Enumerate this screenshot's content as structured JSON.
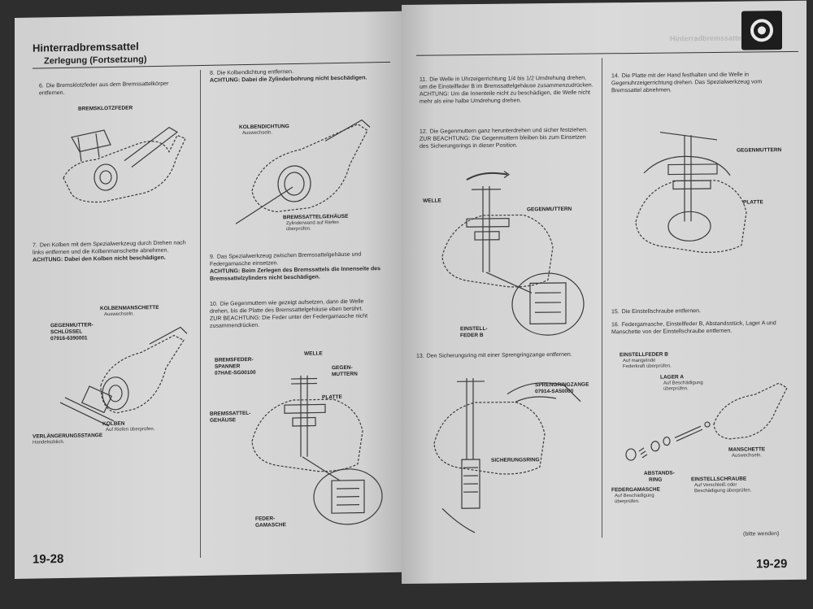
{
  "header": {
    "title": "Hinterradbremssattel",
    "subtitle": "Zerlegung (Fortsetzung)"
  },
  "left": {
    "step6": {
      "num": "6.",
      "text": "Die Bremsklotzfeder aus dem Bremssattelkörper entfernen."
    },
    "step6_label": "BREMSKLOTZFEDER",
    "step7": {
      "num": "7.",
      "text": "Den Kolben mit dem Spezialwerkzeug durch Drehen nach links entfernen und die Kolbenmanschette abnehmen.",
      "caution": "ACHTUNG: Dabei den Kolben nicht beschädigen."
    },
    "step7_labels": {
      "kolbenmanschette": "KOLBENMANSCHETTE",
      "kolbenmanschette_sub": "Auswechseln.",
      "gegenmutter": "GEGENMUTTER-",
      "schluessel": "SCHLÜSSEL",
      "partno": "07916-6390001",
      "kolben": "KOLBEN",
      "kolben_sub": "Auf Riefen überprüfen.",
      "verl": "VERLÄNGERUNGSSTANGE",
      "verl_sub": "Handelsüblich."
    },
    "step8": {
      "num": "8.",
      "text": "Die Kolbendichtung entfernen.",
      "caution": "ACHTUNG: Dabei die Zylinderbohrung nicht beschädigen."
    },
    "step8_labels": {
      "kolbendichtung": "KOLBENDICHTUNG",
      "kolbendichtung_sub": "Auswechseln.",
      "gehaeuse": "BREMSSATTELGEHÄUSE",
      "gehaeuse_sub1": "Zylinderwand auf Riefen",
      "gehaeuse_sub2": "überprüfen."
    },
    "step9": {
      "num": "9.",
      "text": "Das Spezialwerkzeug zwischen Bremssattelgehäuse und Federgamasche einsetzen.",
      "caution": "ACHTUNG: Beim Zerlegen des Bremssattels die Innenseite des Bremssattelzylinders nicht beschädigen."
    },
    "step10": {
      "num": "10.",
      "text": "Die Gegenmuttern wie gezeigt aufsetzen, dann die Welle drehen, bis die Platte des Bremssattelgehäuse eben berührt.",
      "note": "ZUR BEACHTUNG: Die Feder unter der Federgamasche nicht zusammendrücken."
    },
    "step10_labels": {
      "spanner1": "BREMSFEDER-",
      "spanner2": "SPANNER",
      "spanner_no": "07HAE-SG00100",
      "welle": "WELLE",
      "gegen1": "GEGEN-",
      "gegen2": "MUTTERN",
      "platte": "PLATTE",
      "gehaeuse1": "BREMSSATTEL-",
      "gehaeuse2": "GEHÄUSE",
      "feder1": "FEDER-",
      "feder2": "GAMASCHE"
    },
    "page_number": "19-28"
  },
  "right": {
    "ghost_title": "Hinterradbremssattel",
    "step11": {
      "num": "11.",
      "text": "Die Welle in Uhrzeigerrichtung 1/4 bis 1/2 Umdrehung drehen, um die Einstellfeder B im Bremssattelgehäuse zusammenzudrücken.",
      "caution": "ACHTUNG: Um die Innenteile nicht zu beschädigen, die Welle nicht mehr als eine halbe Umdrehung drehen."
    },
    "step12": {
      "num": "12.",
      "text": "Die Gegenmuttern ganz herunterdrehen und sicher festziehen.",
      "note": "ZUR BEACHTUNG: Die Gegenmuttern bleiben bis zum Einsetzen des Sicherungsrings in dieser Position."
    },
    "step12_labels": {
      "welle": "WELLE",
      "gegenmuttern": "GEGENMUTTERN",
      "einstell1": "EINSTELL-",
      "einstell2": "FEDER B"
    },
    "step13": {
      "num": "13.",
      "text": "Den Sicherungsring mit einer Sprengringzange entfernen."
    },
    "step13_labels": {
      "zange": "SPRENGRINGZANGE",
      "zange_no": "07914-SA50000",
      "ring": "SICHERUNGSRING"
    },
    "step14": {
      "num": "14.",
      "text": "Die Platte mit der Hand festhalten und die Welle in Gegenuhrzeigerrichtung drehen. Das Spezialwerkzeug vom Bremssattel abnehmen."
    },
    "step14_labels": {
      "gegenmuttern": "GEGENMUTTERN",
      "platte": "PLATTE"
    },
    "step15": {
      "num": "15.",
      "text": "Die Einstellschraube entfernen."
    },
    "step16": {
      "num": "16.",
      "text": "Federgamasche, Einstellfeder B, Abstandsstück, Lager A und Manschette von der Einstellschraube entfernen."
    },
    "step16_labels": {
      "einstellfeder": "EINSTELLFEDER B",
      "einstellfeder_sub1": "Auf mangelnde",
      "einstellfeder_sub2": "Federkraft überprüfen.",
      "lager": "LAGER A",
      "lager_sub1": "Auf Beschädigung",
      "lager_sub2": "überprüfen.",
      "manschette": "MANSCHETTE",
      "manschette_sub": "Auswechseln.",
      "abstands1": "ABSTANDS-",
      "abstands2": "RING",
      "einstellschraube": "EINSTELLSCHRAUBE",
      "einstellschraube_sub1": "Auf Verschleiß oder",
      "einstellschraube_sub2": "Beschädigung überprüfen.",
      "federgamasche": "FEDERGAMASCHE",
      "federgamasche_sub1": "Auf Beschädigung",
      "federgamasche_sub2": "überprüfen."
    },
    "footer_note": "(bitte wenden)",
    "page_number": "19-29"
  }
}
